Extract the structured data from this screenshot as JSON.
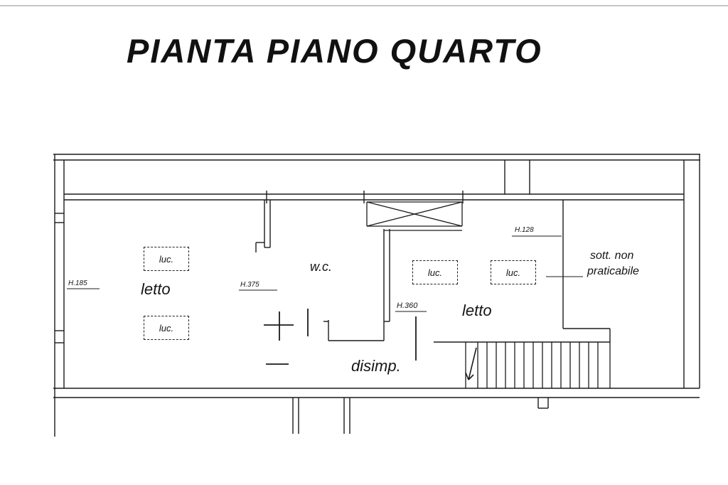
{
  "page": {
    "title": "PIANTA PIANO QUARTO"
  },
  "colors": {
    "ink": "#1b1b1b",
    "scan_border": "#c6c6c6"
  },
  "plan": {
    "rooms": {
      "bedroom_left": "letto",
      "wc": "w.c.",
      "hallway": "disimp.",
      "bedroom_right": "letto",
      "attic_line1": "sott. non",
      "attic_line2": "praticabile"
    },
    "skylight_boxes": [
      "luc.",
      "luc.",
      "luc.",
      "luc."
    ],
    "heights": {
      "left_wall": "H.185",
      "wc_wall": "H.375",
      "hall": "H.360",
      "attic_wall": "H.128"
    }
  }
}
